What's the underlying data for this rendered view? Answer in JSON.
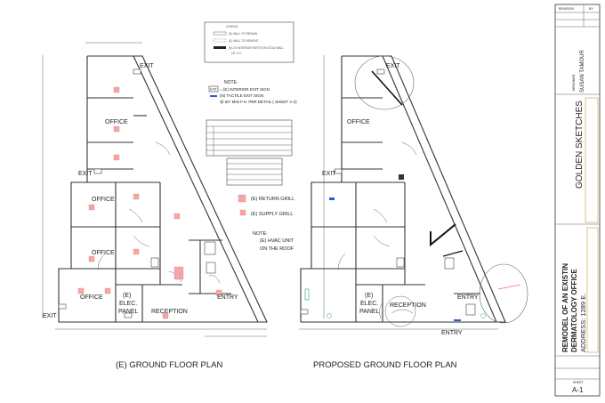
{
  "plans": {
    "existing": {
      "title": "(E) GROUND FLOOR PLAN",
      "rooms": {
        "exit_top": "EXIT",
        "office_1": "OFFICE",
        "exit_mid": "EXIT",
        "office_2": "OFFICE",
        "office_3": "OFFICE",
        "office_4": "OFFICE",
        "exit_bottom": "EXIT",
        "elec_1": "(E)",
        "elec_2": "ELEC.",
        "elec_3": "PANEL",
        "reception": "RECEPTION",
        "entry": "ENTRY"
      }
    },
    "proposed": {
      "title": "PROPOSED GROUND FLOOR PLAN",
      "rooms": {
        "exit_top": "EXIT",
        "office_1": "OFFICE",
        "exit_mid": "EXIT",
        "elec_1": "(E)",
        "elec_2": "ELEC.",
        "elec_3": "PANEL",
        "reception": "RECEPTION",
        "entry_inner": "ENTRY",
        "entry_outer": "ENTRY"
      }
    }
  },
  "notes": {
    "exit_sign_note": "NOTE:",
    "exit_sign_tag": "EXIT",
    "exit_sign_text": "= (E) INTERIOR EXIT SIGN",
    "tactile_text": "(N) TACTILE EXIT SIGN",
    "tactile_detail": "@ 60\" MIN F.H. PER DETAIL ( SHEET A-2)",
    "return_grill": "(E) RETURN GRILL",
    "supply_grill": "(E) SUPPLY GRILL",
    "hvac_note": "NOTE:",
    "hvac_line1": "(E) HVAC UNIT",
    "hvac_line2": "ON THE ROOF"
  },
  "legend": {
    "heading": "LEGEND:",
    "items": [
      "(E) WALL TO REMAIN",
      "(E) WALL TO REMOVE",
      "(N) 2X INTERIOR PARTITION STUD WALL",
      "16\" O.C."
    ]
  },
  "title_block": {
    "revision": "REVISION",
    "by": "BY",
    "designer_label": "DESIGNER",
    "designer_name": "SUSAN TAMOUR",
    "company": "GOLDEN SKETCHES",
    "project_line1": "REMODEL OF AN EXISTIN",
    "project_line2": "DERMATOLOGY OFFICE",
    "address": "ADDRESS: 1289 E.",
    "sheet_label": "SHEET",
    "sheet_number": "A-1"
  }
}
